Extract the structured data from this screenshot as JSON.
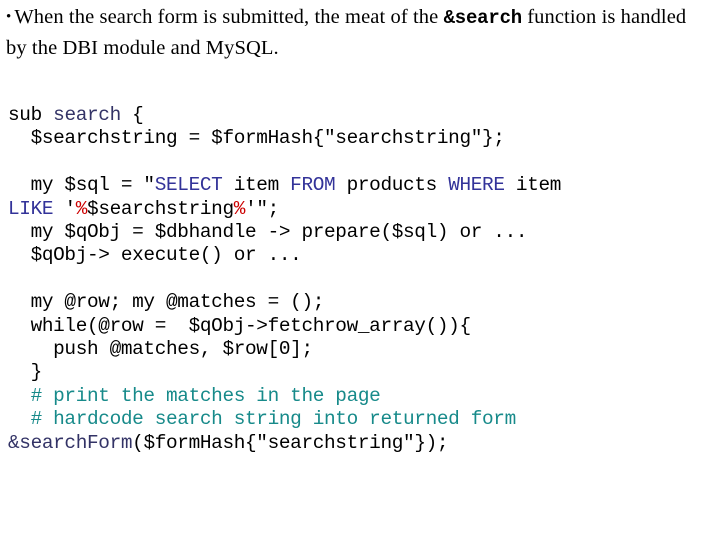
{
  "slide": {
    "background_color": "#ffffff",
    "colors": {
      "text": "#000000",
      "keyword": "#333366",
      "sql_keyword": "#333399",
      "percent": "#cc0000",
      "comment": "#178a8a",
      "function_name": "#333366"
    }
  },
  "bullet": {
    "marker": "•",
    "text_part_1": "When the search form is submitted, the meat of the ",
    "code_span": "&search",
    "text_part_2": " function is handled by the DBI module and MySQL."
  },
  "code": {
    "language": "perl",
    "lines": [
      {
        "id": "line-sub-search",
        "segments": [
          {
            "text": "sub ",
            "style": "plain"
          },
          {
            "text": "search",
            "style": "keyword"
          },
          {
            "text": " {",
            "style": "plain"
          }
        ]
      },
      {
        "id": "line-searchstring-assign",
        "segments": [
          {
            "text": "  $searchstring = $formHash{\"searchstring\"};",
            "style": "plain"
          }
        ]
      },
      {
        "id": "line-blank-1",
        "segments": []
      },
      {
        "id": "line-sql-select",
        "segments": [
          {
            "text": "  my $sql = \"",
            "style": "plain"
          },
          {
            "text": "SELECT",
            "style": "sql"
          },
          {
            "text": " item ",
            "style": "plain"
          },
          {
            "text": "FROM",
            "style": "sql"
          },
          {
            "text": " products ",
            "style": "plain"
          },
          {
            "text": "WHERE",
            "style": "sql"
          },
          {
            "text": " item",
            "style": "plain"
          }
        ]
      },
      {
        "id": "line-sql-like",
        "segments": [
          {
            "text": "LIKE",
            "style": "sql"
          },
          {
            "text": " '",
            "style": "plain"
          },
          {
            "text": "%",
            "style": "percent"
          },
          {
            "text": "$searchstring",
            "style": "plain"
          },
          {
            "text": "%",
            "style": "percent"
          },
          {
            "text": "'\";",
            "style": "plain"
          }
        ]
      },
      {
        "id": "line-prepare",
        "segments": [
          {
            "text": "  my $qObj = $dbhandle -> prepare($sql) or ...",
            "style": "plain"
          }
        ]
      },
      {
        "id": "line-execute",
        "segments": [
          {
            "text": "  $qObj-> execute() or ...",
            "style": "plain"
          }
        ]
      },
      {
        "id": "line-blank-2",
        "segments": []
      },
      {
        "id": "line-my-row",
        "segments": [
          {
            "text": "  my @row; my @matches = ();",
            "style": "plain"
          }
        ]
      },
      {
        "id": "line-while-fetch",
        "segments": [
          {
            "text": "  while(@row =  $qObj->fetchrow_array()){",
            "style": "plain"
          }
        ]
      },
      {
        "id": "line-push",
        "segments": [
          {
            "text": "    push @matches, $row[0];",
            "style": "plain"
          }
        ]
      },
      {
        "id": "line-close-brace",
        "segments": [
          {
            "text": "  }",
            "style": "plain"
          }
        ]
      },
      {
        "id": "line-comment-print",
        "segments": [
          {
            "text": "  # print the matches in the page",
            "style": "comment"
          }
        ]
      },
      {
        "id": "line-comment-hardcode",
        "segments": [
          {
            "text": "  # hardcode search string into returned form",
            "style": "comment"
          }
        ]
      },
      {
        "id": "line-searchform-call",
        "segments": [
          {
            "text": "&searchForm",
            "style": "fn"
          },
          {
            "text": "($formHash{\"searchstring\"});",
            "style": "plain"
          }
        ]
      }
    ]
  }
}
